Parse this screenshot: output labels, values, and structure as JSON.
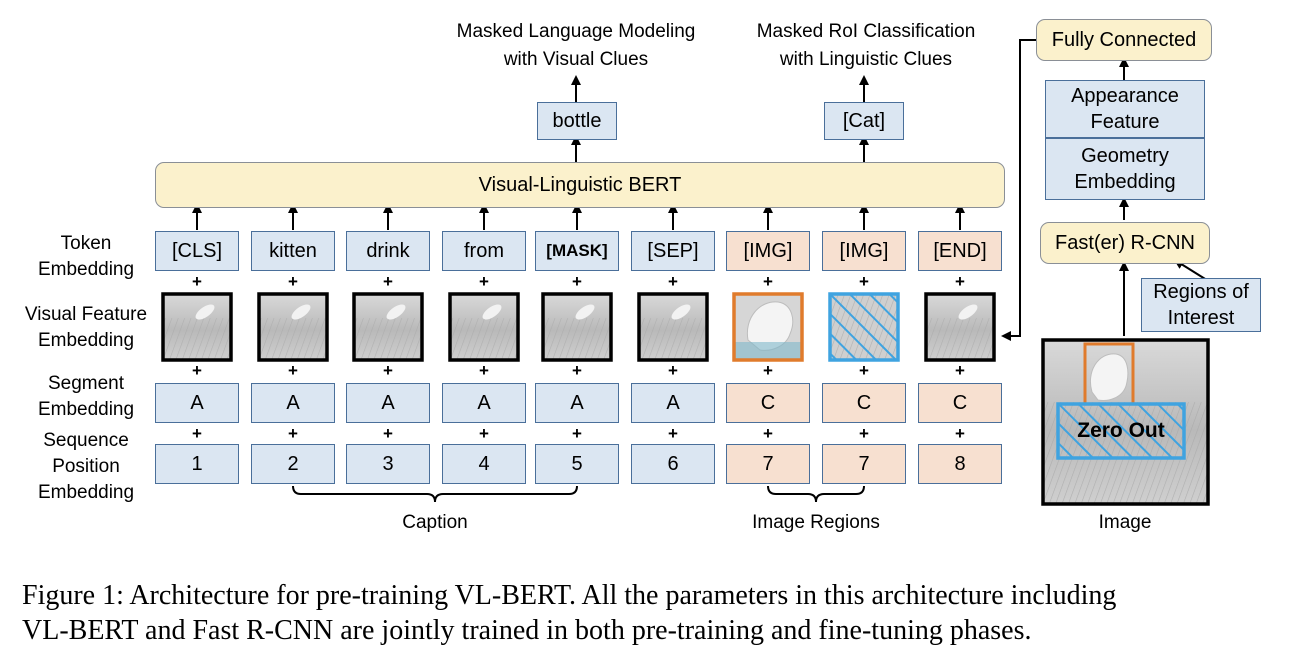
{
  "outputs": {
    "mlm_title_line1": "Masked Language Modeling",
    "mlm_title_line2": "with Visual Clues",
    "mlm_token": "bottle",
    "roi_title_line1": "Masked RoI Classification",
    "roi_title_line2": "with Linguistic Clues",
    "roi_token": "[Cat]"
  },
  "bert_label": "Visual-Linguistic BERT",
  "row_labels": {
    "token": [
      "Token",
      "Embedding"
    ],
    "visual": [
      "Visual Feature",
      "Embedding"
    ],
    "segment": [
      "Segment",
      "Embedding"
    ],
    "position": [
      "Sequence",
      "Position",
      "Embedding"
    ]
  },
  "columns": [
    {
      "token": "[CLS]",
      "segment": "A",
      "position": "1",
      "kind": "text"
    },
    {
      "token": "kitten",
      "segment": "A",
      "position": "2",
      "kind": "text"
    },
    {
      "token": "drink",
      "segment": "A",
      "position": "3",
      "kind": "text"
    },
    {
      "token": "from",
      "segment": "A",
      "position": "4",
      "kind": "text"
    },
    {
      "token": "[MASK]",
      "segment": "A",
      "position": "5",
      "kind": "text"
    },
    {
      "token": "[SEP]",
      "segment": "A",
      "position": "6",
      "kind": "text"
    },
    {
      "token": "[IMG]",
      "segment": "C",
      "position": "7",
      "kind": "image"
    },
    {
      "token": "[IMG]",
      "segment": "C",
      "position": "7",
      "kind": "image"
    },
    {
      "token": "[END]",
      "segment": "C",
      "position": "8",
      "kind": "image"
    }
  ],
  "plus_sign": "+",
  "groups": {
    "caption": "Caption",
    "image_regions": "Image Regions"
  },
  "right_panel": {
    "fully_connected": "Fully Connected",
    "appearance_line1": "Appearance",
    "appearance_line2": "Feature",
    "geometry_line1": "Geometry",
    "geometry_line2": "Embedding",
    "fast_rcnn": "Fast(er) R-CNN",
    "roi_line1": "Regions of",
    "roi_line2": "Interest",
    "zero_out": "Zero Out",
    "image_label": "Image"
  },
  "caption_line1": "Figure 1: Architecture for pre-training VL-BERT. All the parameters in this architecture including",
  "caption_line2": "VL-BERT and Fast R-CNN are jointly trained in both pre-training and fine-tuning phases.",
  "colors": {
    "blue_fill": "#dbe6f2",
    "peach_fill": "#f7e0d0",
    "yellow_fill": "#fbf1cc",
    "box_border": "#4a6f9a",
    "orange_highlight": "#e07b2c",
    "cyan_highlight": "#3fa3e0"
  }
}
